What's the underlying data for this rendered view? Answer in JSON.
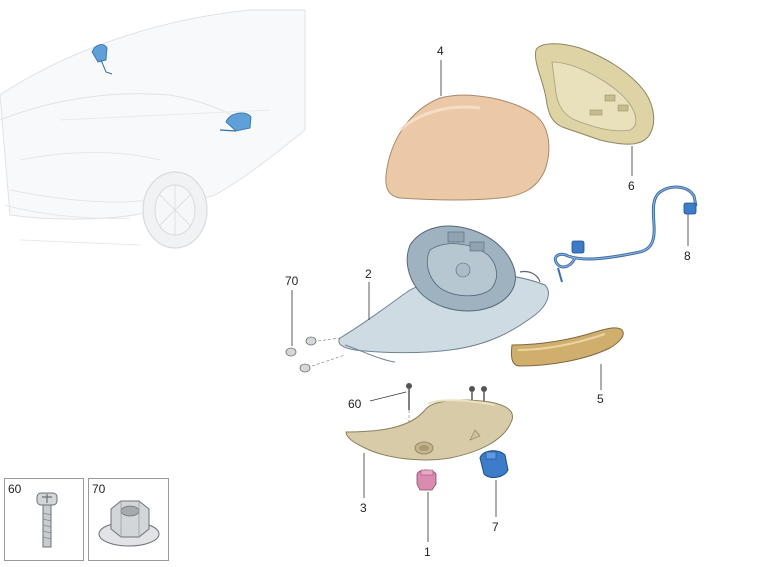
{
  "diagram": {
    "callouts": [
      {
        "id": "c4",
        "text": "4"
      },
      {
        "id": "c6",
        "text": "6"
      },
      {
        "id": "c8",
        "text": "8"
      },
      {
        "id": "c2",
        "text": "2"
      },
      {
        "id": "c70",
        "text": "70"
      },
      {
        "id": "c5",
        "text": "5"
      },
      {
        "id": "c60",
        "text": "60"
      },
      {
        "id": "c3",
        "text": "3"
      },
      {
        "id": "c7",
        "text": "7"
      },
      {
        "id": "c1",
        "text": "1"
      }
    ],
    "detail_boxes": [
      {
        "label": "60"
      },
      {
        "label": "70"
      }
    ],
    "colors": {
      "cover": "#ecc9a6",
      "glass_frame": "#ddd3a4",
      "housing": "#9fb2bf",
      "wire": "#3f6fa8",
      "indicator": "#cfae6e",
      "lower_trim": "#d8cba8",
      "clip": "#d98bb0",
      "connector": "#3d7cc9",
      "car_outline": "#bfc4c9"
    }
  }
}
